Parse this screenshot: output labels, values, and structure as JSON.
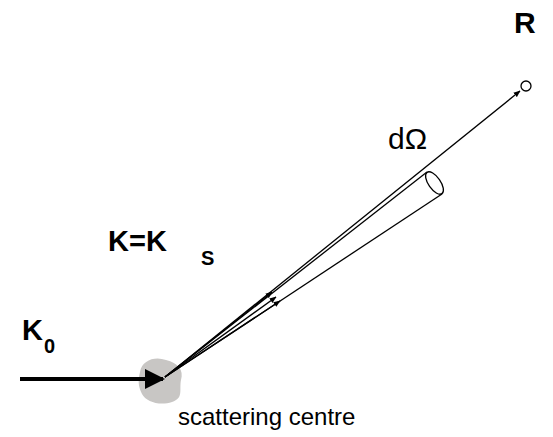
{
  "diagram": {
    "labels": [
      "R",
      "dΩ",
      "K=K",
      "S",
      "K",
      "0",
      "scattering centre"
    ]
  }
}
